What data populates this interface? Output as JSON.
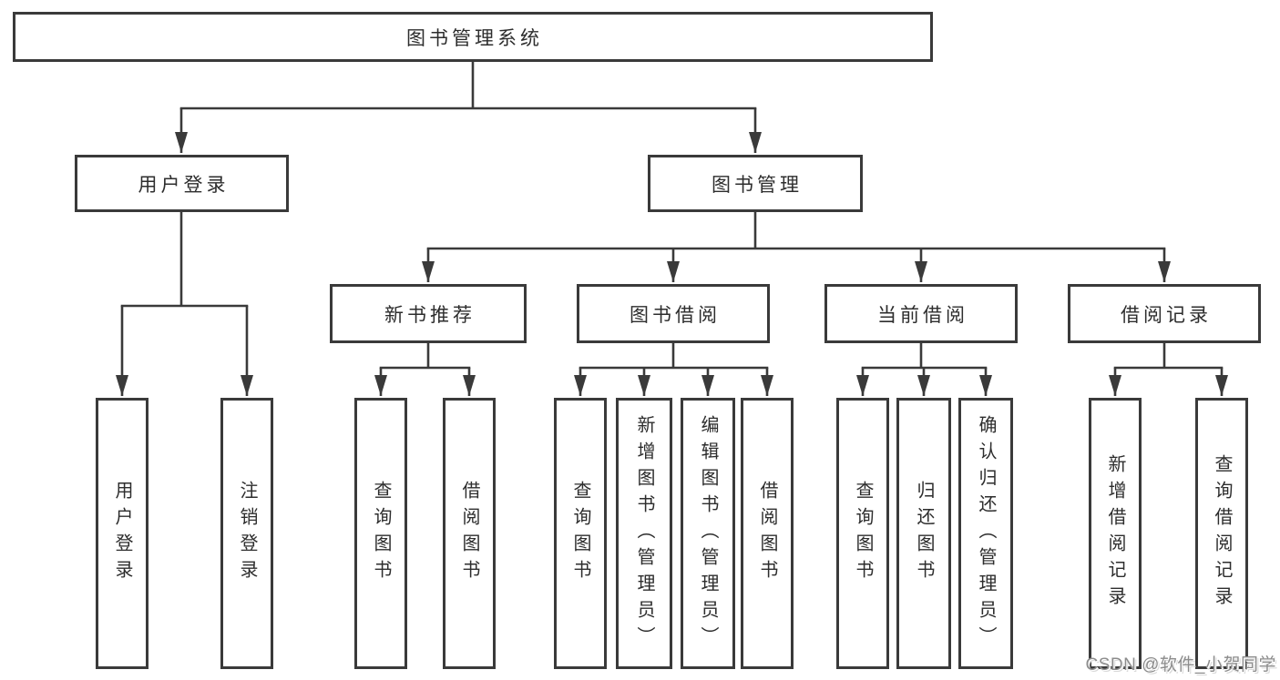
{
  "style": {
    "background": "#ffffff",
    "line_color": "#3a3a3a",
    "box_border_color": "#3a3a3a",
    "text_color": "#2d2d2d",
    "watermark_color": "#8c8c8c"
  },
  "watermark": {
    "text": "CSDN @软件_小贺同学"
  },
  "tree": {
    "root": {
      "label": "图书管理系统"
    },
    "branches": [
      {
        "label": "用户登录",
        "children": [
          {
            "label": "用户登录"
          },
          {
            "label": "注销登录"
          }
        ]
      },
      {
        "label": "图书管理",
        "children": [
          {
            "label": "新书推荐",
            "children": [
              {
                "label": "查询图书"
              },
              {
                "label": "借阅图书"
              }
            ]
          },
          {
            "label": "图书借阅",
            "children": [
              {
                "label": "查询图书"
              },
              {
                "label": "新增图书（管理员）"
              },
              {
                "label": "编辑图书（管理员）"
              },
              {
                "label": "借阅图书"
              }
            ]
          },
          {
            "label": "当前借阅",
            "children": [
              {
                "label": "查询图书"
              },
              {
                "label": "归还图书"
              },
              {
                "label": "确认归还（管理员）"
              }
            ]
          },
          {
            "label": "借阅记录",
            "children": [
              {
                "label": "新增借阅记录"
              },
              {
                "label": "查询借阅记录"
              }
            ]
          }
        ]
      }
    ]
  }
}
